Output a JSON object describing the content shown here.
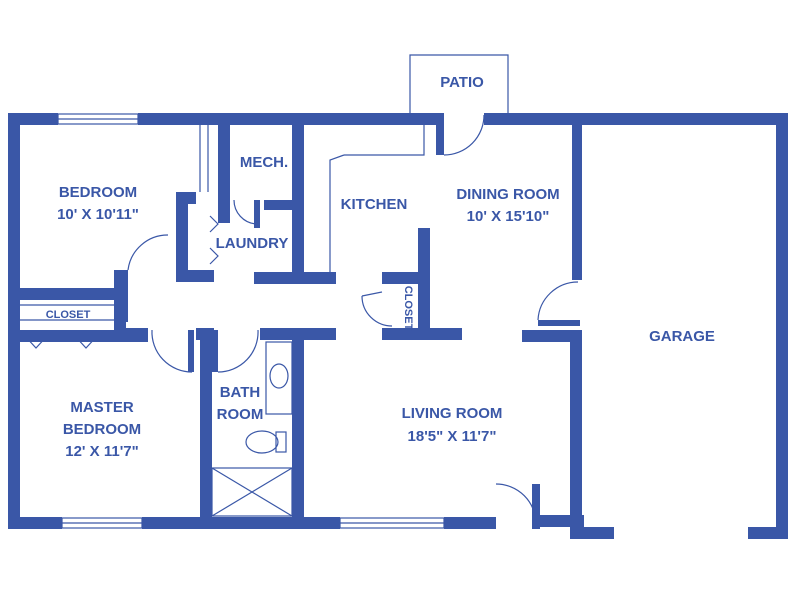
{
  "colors": {
    "wall": "#3a57a7",
    "background": "#ffffff"
  },
  "rooms": {
    "patio": {
      "name": "PATIO"
    },
    "mech": {
      "name": "MECH."
    },
    "bedroom": {
      "name": "BEDROOM",
      "size": "10' X 10'11\""
    },
    "kitchen": {
      "name": "KITCHEN"
    },
    "dining": {
      "name": "DINING ROOM",
      "size": "10' X 15'10\""
    },
    "laundry": {
      "name": "LAUNDRY"
    },
    "closet_left": {
      "name": "CLOSET"
    },
    "closet_center": {
      "name": "CLOSET"
    },
    "garage": {
      "name": "GARAGE"
    },
    "master": {
      "name_line1": "MASTER",
      "name_line2": "BEDROOM",
      "size": "12' X 11'7\""
    },
    "bath": {
      "name_line1": "BATH",
      "name_line2": "ROOM"
    },
    "living": {
      "name": "LIVING ROOM",
      "size": "18'5\" X 11'7\""
    }
  }
}
